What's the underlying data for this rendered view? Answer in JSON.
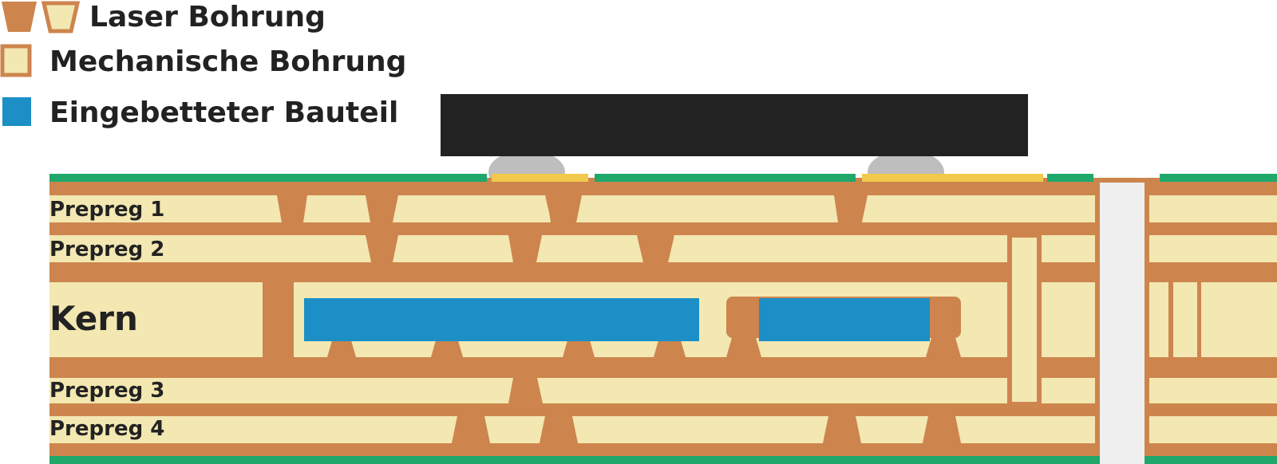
{
  "legend": {
    "laser": "Laser Bohrung",
    "mechanical": "Mechanische Bohrung",
    "embedded": "Eingebetteter Bauteil"
  },
  "layers": {
    "prepreg1": "Prepreg 1",
    "prepreg2": "Prepreg 2",
    "core": "Kern",
    "prepreg3": "Prepreg 3",
    "prepreg4": "Prepreg 4"
  },
  "colors": {
    "copper": "#CD854D",
    "dielectric": "#F3E7B2",
    "embedded": "#1B8FC6",
    "chip": "#222222",
    "solder_mask": "#1FA86A",
    "pad": "#F2C94C",
    "ball": "#BEBEBE",
    "through_hole": "#EFEFEF"
  }
}
